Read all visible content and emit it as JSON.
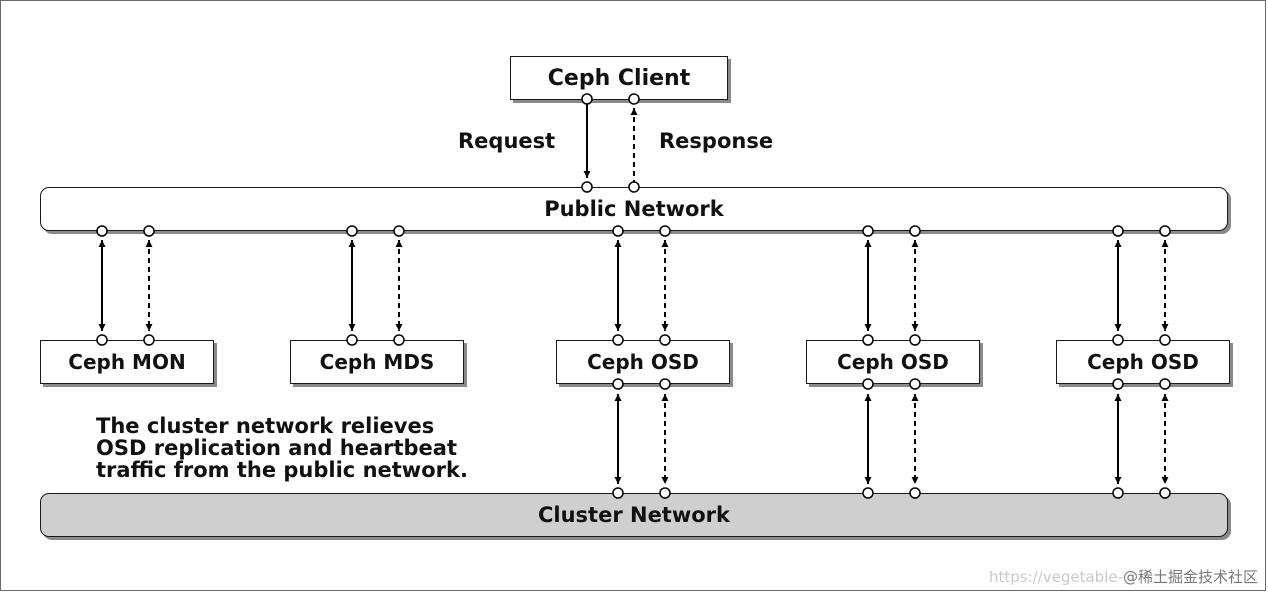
{
  "client": {
    "label": "Ceph Client"
  },
  "request_label": "Request",
  "response_label": "Response",
  "public_network": {
    "label": "Public Network"
  },
  "cluster_network": {
    "label": "Cluster Network"
  },
  "nodes": [
    {
      "label": "Ceph MON"
    },
    {
      "label": "Ceph MDS"
    },
    {
      "label": "Ceph OSD"
    },
    {
      "label": "Ceph OSD"
    },
    {
      "label": "Ceph OSD"
    }
  ],
  "note": {
    "line1": "The cluster network relieves",
    "line2": "OSD replication and heartbeat",
    "line3": "traffic from the public network."
  },
  "watermark": {
    "url": "https://vegetable-",
    "site": "@稀土掘金技术社区"
  },
  "colors": {
    "cluster_fill": "#cfcfcf",
    "border": "#1a1a1a",
    "shadow": "#8a8a8a"
  }
}
